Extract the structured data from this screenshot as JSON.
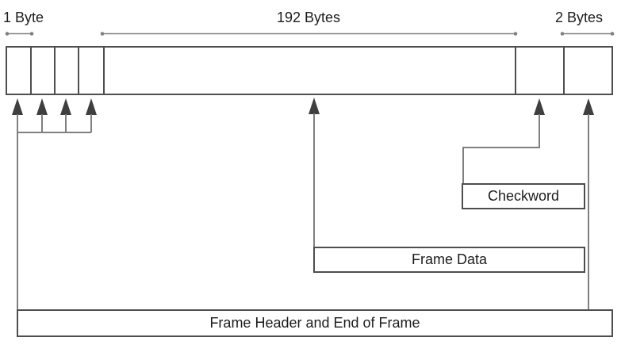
{
  "measures": {
    "header": {
      "label": "1 Byte"
    },
    "data": {
      "label": "192 Bytes"
    },
    "eof": {
      "label": "2 Bytes"
    }
  },
  "boxes": {
    "checkword": {
      "label": "Checkword"
    },
    "frame_data": {
      "label": "Frame Data"
    },
    "frame_header_eof": {
      "label": "Frame Header and End of Frame"
    }
  },
  "frame_structure": {
    "header_cell_count": 4,
    "data_cell_count": 1,
    "checkword_cell_count": 1,
    "end_of_frame_cell_count": 1
  },
  "colors": {
    "background": "#ffffff",
    "box_border": "#4e4e4e",
    "connector_line": "#808080",
    "arrow": "#3f3f3f",
    "text": "#1c1c1c"
  }
}
